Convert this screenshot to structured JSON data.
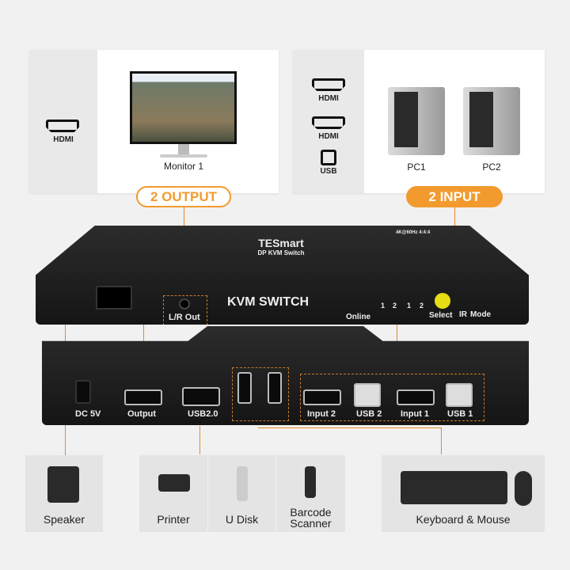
{
  "top_left": {
    "port_label": "HDMI",
    "device_label": "Monitor 1"
  },
  "top_right": {
    "ports": [
      "HDMI",
      "HDMI",
      "USB"
    ],
    "devices": [
      "PC1",
      "PC2"
    ]
  },
  "callouts": {
    "output": "2 OUTPUT",
    "input": "2 INPUT"
  },
  "front": {
    "brand": "TESmart",
    "model": "DP KVM Switch",
    "spec": "4K@60Hz 4:4:4",
    "title": "KVM SWITCH",
    "audio": "L/R Out",
    "online": "Online",
    "select": "Select",
    "ir": "IR",
    "mode": "Mode",
    "nums": [
      "1",
      "2",
      "1",
      "2"
    ]
  },
  "rear": {
    "ports": [
      "DC 5V",
      "Output",
      "USB2.0",
      "Input 2",
      "USB 2",
      "Input 1",
      "USB 1"
    ]
  },
  "peripherals": [
    "Speaker",
    "Printer",
    "U Disk",
    "Barcode Scanner",
    "Keyboard & Mouse"
  ],
  "colors": {
    "accent": "#f29a2e",
    "background": "#f1f1f1"
  }
}
